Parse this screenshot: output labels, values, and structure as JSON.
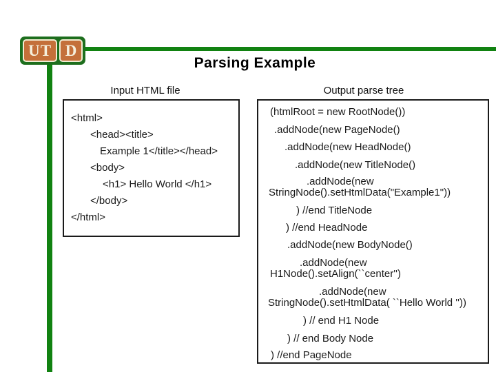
{
  "logo": {
    "tile1": "UT",
    "tile2": "D"
  },
  "title": "Parsing Example",
  "left_panel": {
    "header": "Input HTML file",
    "lines": [
      "<html>",
      "<head><title>",
      "Example 1</title></head>",
      "<body>",
      "<h1> Hello World </h1>",
      "</body>",
      "</html>"
    ]
  },
  "right_panel": {
    "header": "Output parse tree",
    "lines": [
      "(htmlRoot = new RootNode())",
      ".addNode(new PageNode()",
      ".addNode(new HeadNode()",
      ".addNode(new TitleNode()",
      ".addNode(new",
      "StringNode().setHtmlData(\"Example1\"))",
      ") //end TitleNode",
      ") //end HeadNode",
      ".addNode(new BodyNode()",
      ".addNode(new",
      "H1Node().setAlign(``center'')",
      ".addNode(new",
      "StringNode().setHtmlData( ``Hello World ''))",
      ") // end H1 Node",
      ") // end Body Node",
      ") //end PageNode"
    ]
  },
  "colors": {
    "accent_green": "#118211",
    "logo_frame_green": "#1d6e1d",
    "logo_orange": "#c4703a",
    "logo_cream": "#f2ecd4",
    "text": "#1a1a1a"
  }
}
